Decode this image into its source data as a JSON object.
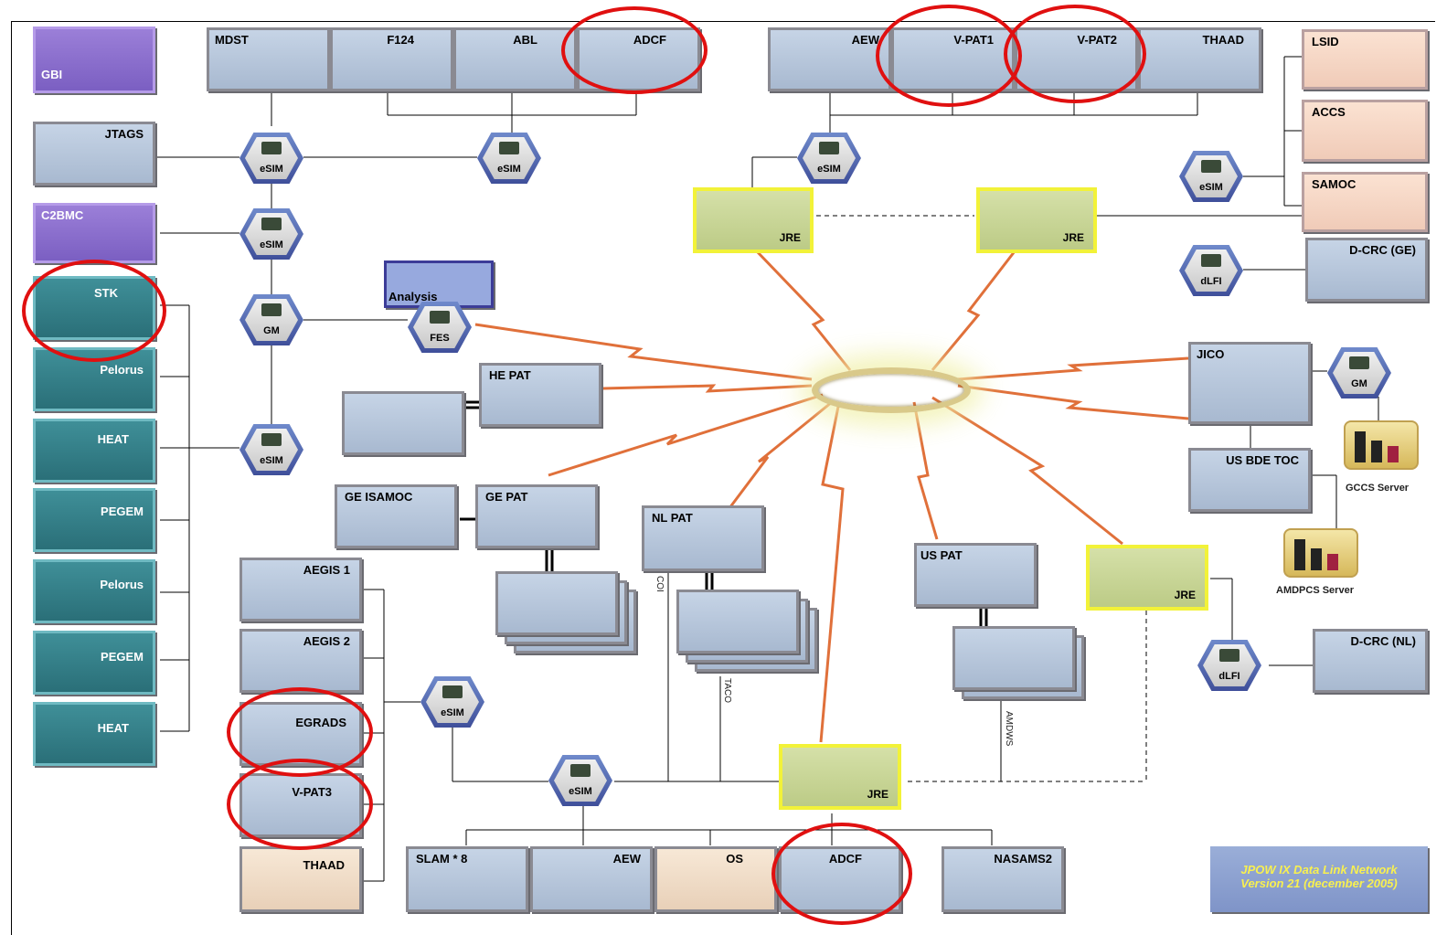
{
  "nodes": {
    "gbi": "GBI",
    "mdst": "MDST",
    "f124": "F124",
    "abl": "ABL",
    "adcf_top": "ADCF",
    "aew_top": "AEW",
    "vpat1": "V-PAT1",
    "vpat2": "V-PAT2",
    "thaad_top": "THAAD",
    "lsid": "LSID",
    "accs": "ACCS",
    "samoc": "SAMOC",
    "dcrc_ge": "D-CRC (GE)",
    "jtags": "JTAGS",
    "c2bmc": "C2BMC",
    "analysis": "Analysis",
    "stk": "STK",
    "pelorus1": "Pelorus",
    "heat1": "HEAT",
    "pegem1": "PEGEM",
    "pelorus2": "Pelorus",
    "pegem2": "PEGEM",
    "heat2": "HEAT",
    "jre1": "JRE",
    "jre2": "JRE",
    "jre3": "JRE",
    "jre4": "JRE",
    "he_pat": "HE PAT",
    "ge_isamoc": "GE ISAMOC",
    "ge_pat": "GE PAT",
    "nl_pat": "NL PAT",
    "us_pat": "US PAT",
    "jico": "JICO",
    "us_bde_toc": "US BDE TOC",
    "dcrc_nl": "D-CRC (NL)",
    "aegis1": "AEGIS 1",
    "aegis2": "AEGIS 2",
    "egrads": "EGRADS",
    "vpat3": "V-PAT3",
    "thaad_bottom": "THAAD",
    "slam8": "SLAM * 8",
    "aew_bottom": "AEW",
    "os": "OS",
    "adcf_bottom": "ADCF",
    "nasams2": "NASAMS2"
  },
  "hubs": {
    "esim": "eSIM",
    "gm": "GM",
    "fes": "FES",
    "dlfi": "dLFI"
  },
  "servers": {
    "gccs": "GCCS Server",
    "amdpcs": "AMDPCS Server"
  },
  "links": {
    "coi": "COI",
    "taco": "TACO",
    "amdws": "AMDWS"
  },
  "legend": {
    "line1": "JPOW IX Data Link Network",
    "line2": "Version 21 (december 2005)"
  },
  "colors": {
    "highlight": "#e01010",
    "jre_border": "#f2f238",
    "bolt": "#e0703a",
    "legend_text": "#f8f050"
  }
}
